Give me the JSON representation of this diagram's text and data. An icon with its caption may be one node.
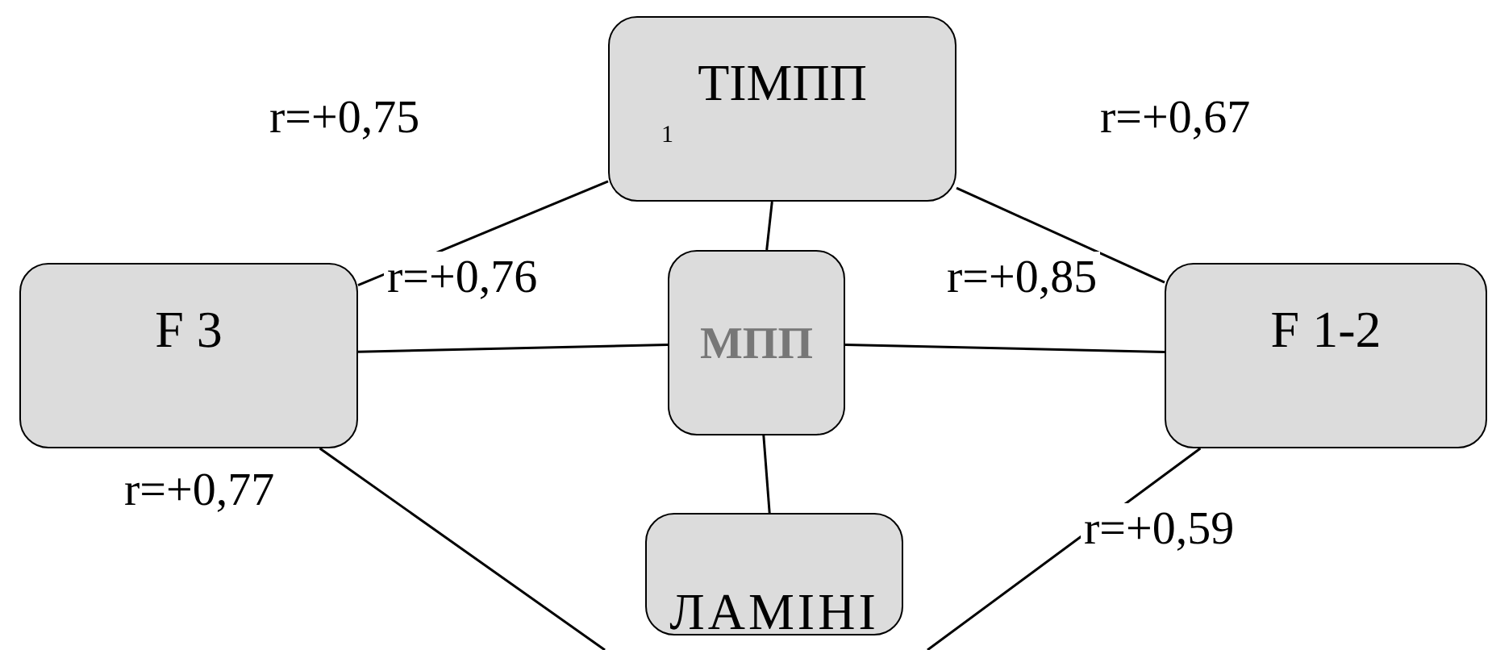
{
  "diagram": {
    "nodes": [
      {
        "text": [
          "ТІМПП",
          "1"
        ]
      },
      {
        "text": [
          "F 3"
        ]
      },
      {
        "text": [
          "МПП"
        ]
      },
      {
        "text": [
          "F 1-2"
        ]
      },
      {
        "text": [
          "ЛАМІНІ"
        ]
      }
    ],
    "edges": [
      {
        "from": 0,
        "to": 1,
        "arrow": "none",
        "label": "r=+0,75"
      },
      {
        "from": 0,
        "to": 3,
        "arrow": "none",
        "label": "r=+0,67"
      },
      {
        "from": 1,
        "to": 2,
        "arrow": "none",
        "label": "r=+0,76"
      },
      {
        "from": 2,
        "to": 3,
        "arrow": "none",
        "label": "r=+0,85"
      },
      {
        "from": 0,
        "to": 2,
        "arrow": "none"
      },
      {
        "from": 2,
        "to": 4,
        "arrow": "none"
      },
      {
        "from": 1,
        "to": null,
        "arrow": "none",
        "label": "r=+0,77"
      },
      {
        "from": 3,
        "to": null,
        "arrow": "none",
        "label": "r=+0,59"
      }
    ]
  }
}
